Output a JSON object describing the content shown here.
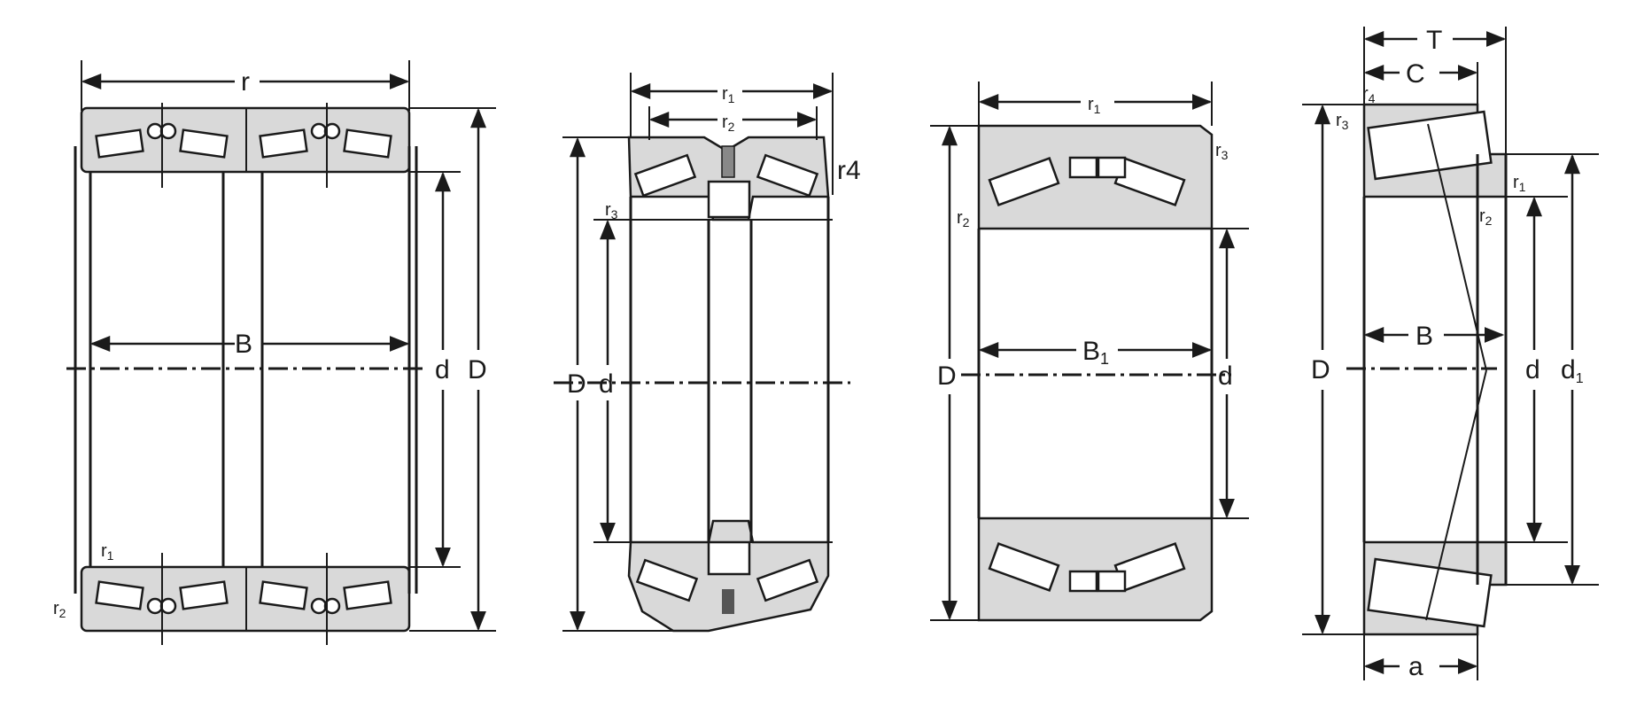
{
  "drawings": [
    {
      "id": "four-row",
      "labels": {
        "top": "r",
        "bore_width": "B",
        "inner": "d",
        "outer": "D",
        "r1": "r",
        "r1_sub": "1",
        "r2": "r",
        "r2_sub": "2"
      }
    },
    {
      "id": "double-row-outward",
      "labels": {
        "top1": "r",
        "top1_sub": "1",
        "top2": "r",
        "top2_sub": "2",
        "r3": "r",
        "r3_sub": "3",
        "r4": "r4",
        "outer": "D",
        "inner": "d"
      }
    },
    {
      "id": "double-row-inward",
      "labels": {
        "top": "r",
        "top_sub": "1",
        "width": "B",
        "width_sub": "1",
        "inner": "d",
        "outer": "D",
        "r3": "r",
        "r3_sub": "3",
        "r2": "r",
        "r2_sub": "2"
      }
    },
    {
      "id": "single-row",
      "labels": {
        "T": "T",
        "C": "C",
        "B": "B",
        "a": "a",
        "D": "D",
        "d": "d",
        "d1": "d",
        "d1_sub": "1",
        "r1": "r",
        "r1_sub": "1",
        "r2": "r",
        "r2_sub": "2",
        "r3": "r",
        "r3_sub": "3",
        "r4": "r",
        "r4_sub": "4"
      }
    }
  ]
}
